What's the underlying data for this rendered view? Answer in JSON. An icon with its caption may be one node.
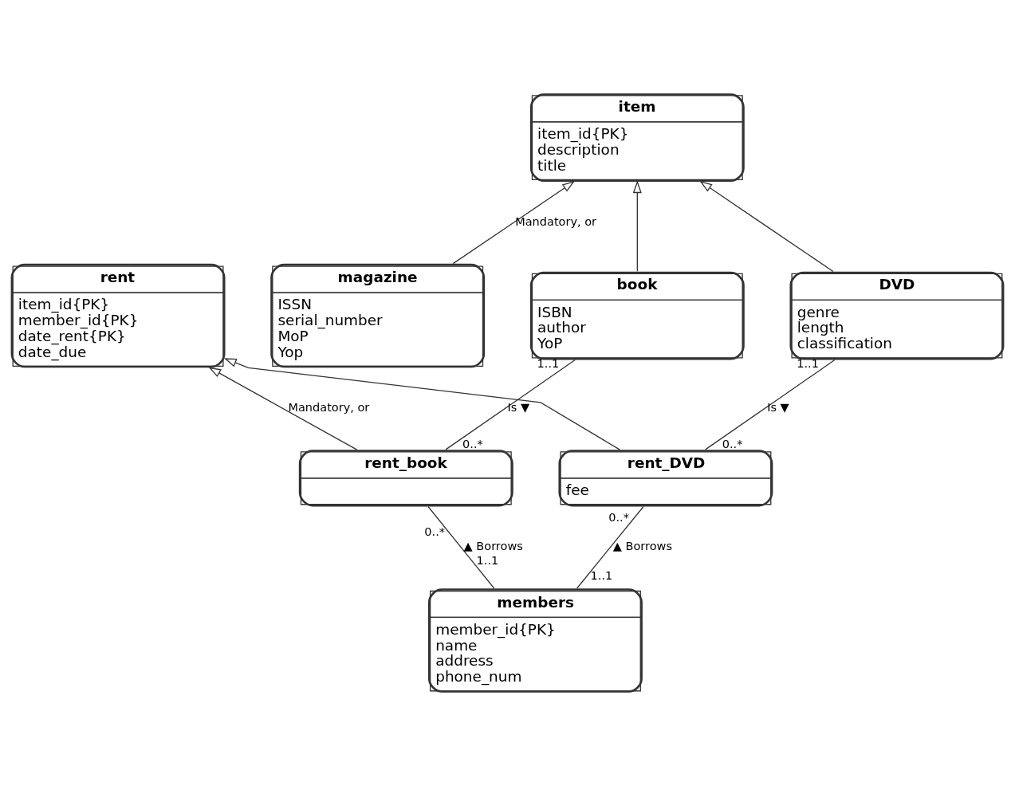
{
  "diagram": {
    "nodes": [
      {
        "text": [
          "item",
          "item_id{PK}",
          "description",
          "title"
        ]
      },
      {
        "text": [
          "book",
          "ISBN",
          "author",
          "YoP"
        ]
      },
      {
        "text": [
          "magazine",
          "ISSN",
          "serial_number",
          "MoP",
          "Yop"
        ]
      },
      {
        "text": [
          "DVD",
          "genre",
          "length",
          "classification"
        ]
      },
      {
        "text": [
          "rent",
          "item_id{PK}",
          "member_id{PK}",
          "date_rent{PK}",
          "date_due"
        ]
      },
      {
        "text": [
          "rent_book"
        ]
      },
      {
        "text": [
          "rent_DVD",
          "fee"
        ]
      },
      {
        "text": [
          "members",
          "member_id{PK}",
          "name",
          "address",
          "phone_num"
        ]
      }
    ],
    "edges": [
      {
        "from": 1,
        "to": 0,
        "arrow": "to"
      },
      {
        "from": 2,
        "to": 0,
        "arrow": "to",
        "label": "Mandatory, or"
      },
      {
        "from": 3,
        "to": 0,
        "arrow": "to"
      },
      {
        "from": 5,
        "to": 4,
        "arrow": "to",
        "label": "Mandatory, or"
      },
      {
        "from": 6,
        "to": 4,
        "arrow": "to"
      },
      {
        "from": 5,
        "to": 1,
        "arrow": "none",
        "label": "Is ▼"
      },
      {
        "from": 6,
        "to": 3,
        "arrow": "none",
        "label": "Is ▼"
      },
      {
        "from": 7,
        "to": 5,
        "arrow": "none",
        "label": "▲ Borrows"
      },
      {
        "from": 7,
        "to": 6,
        "arrow": "none",
        "label": "▲ Borrows"
      }
    ],
    "labels": [
      "1..1",
      "1..1",
      "0..*",
      "0..*",
      "0..*",
      "0..*",
      "1..1",
      "1..1"
    ]
  }
}
